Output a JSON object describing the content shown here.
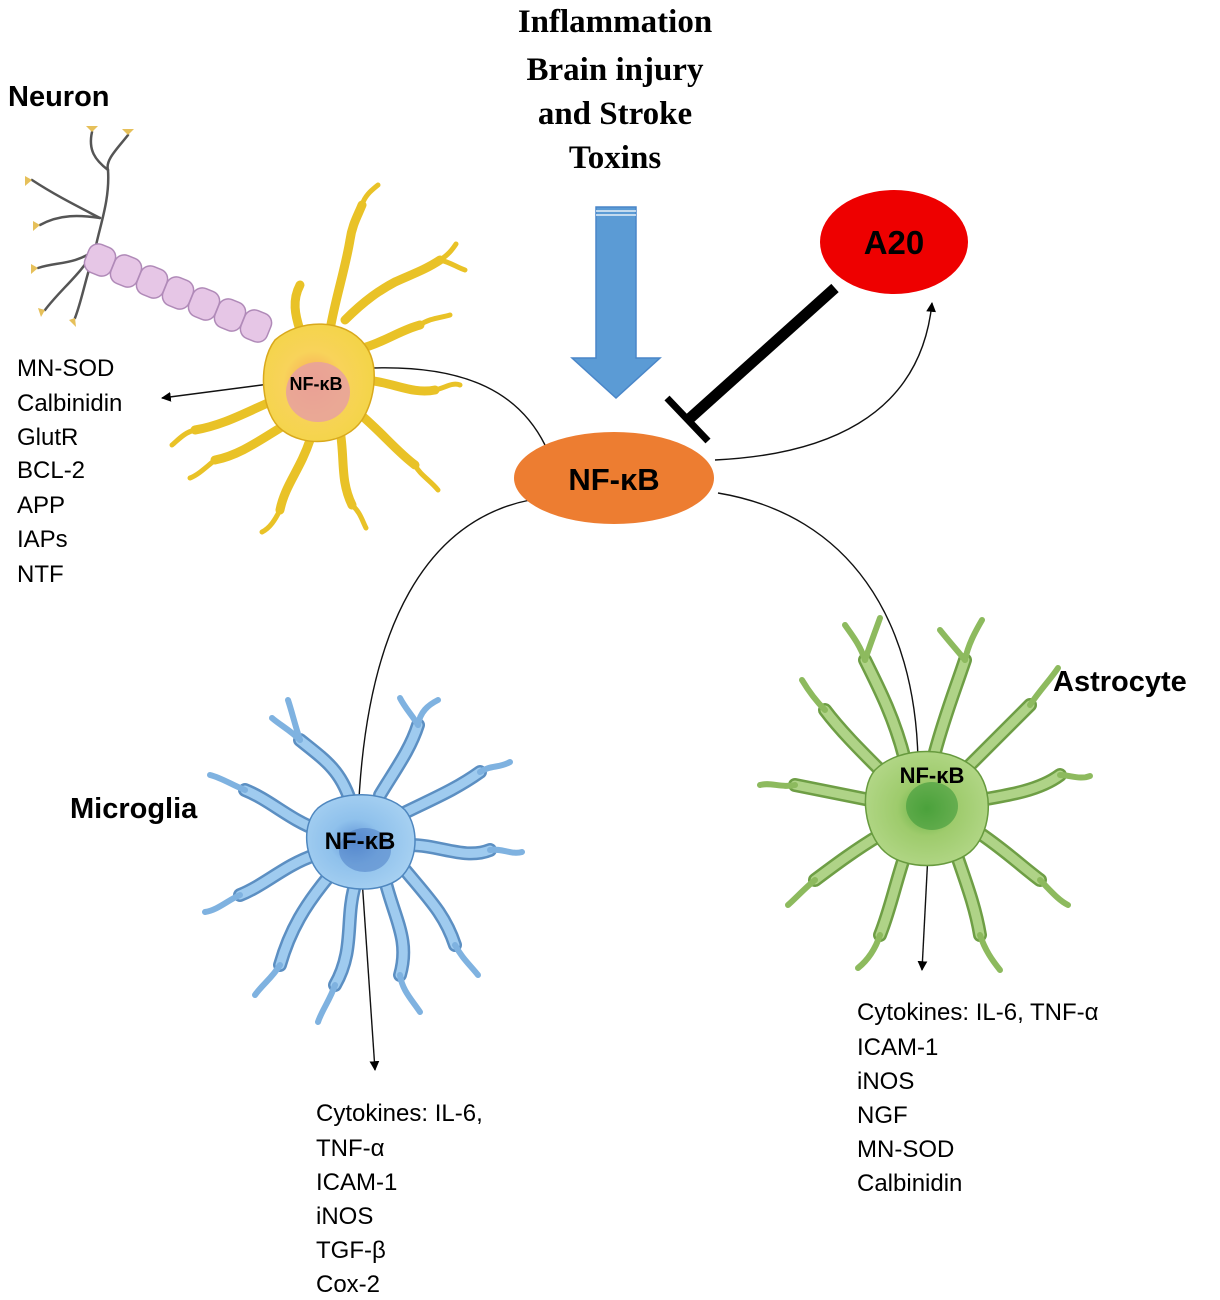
{
  "stimuli": [
    "Inflammation",
    "Brain injury",
    "and Stroke",
    "Toxins"
  ],
  "hub": {
    "label": "NF-κB",
    "color": "#ED7D31"
  },
  "inhibitor": {
    "label": "A20",
    "color": "#EE0000"
  },
  "arrow_color": "#5B9BD5",
  "neuron": {
    "title": "Neuron",
    "nfkb": "NF-κB",
    "targets": [
      "MN-SOD",
      "Calbinidin",
      "GlutR",
      "BCL-2",
      "APP",
      "IAPs",
      "NTF"
    ],
    "color": "#F5D24A"
  },
  "microglia": {
    "title": "Microglia",
    "nfkb": "NF-κB",
    "targets": [
      "Cytokines: IL-6,",
      "TNF-α",
      "ICAM-1",
      "iNOS",
      "TGF-β",
      "Cox-2"
    ],
    "color": "#8DC3EA"
  },
  "astrocyte": {
    "title": "Astrocyte",
    "nfkb": "NF-κB",
    "targets": [
      "Cytokines: IL-6, TNF-α",
      "ICAM-1",
      "iNOS",
      "NGF",
      "MN-SOD",
      "Calbinidin"
    ],
    "color": "#A9CF7A"
  }
}
